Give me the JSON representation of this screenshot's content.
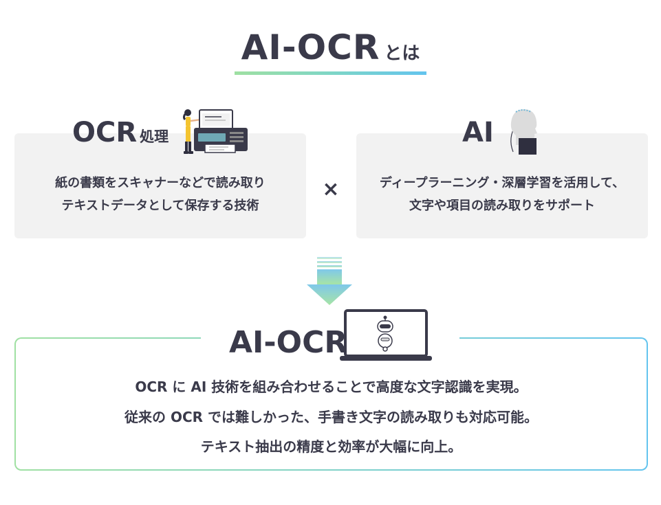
{
  "title": {
    "main": "AI-OCR",
    "suffix": "とは"
  },
  "ocr_card": {
    "heading_main": "OCR",
    "heading_suffix": "処理",
    "description_lines": [
      "紙の書類をスキャナーなどで読み取り",
      "テキストデータとして保存する技術"
    ],
    "icon": "fax-machine-illustration"
  },
  "ai_card": {
    "heading": "AI",
    "description_lines": [
      "ディープラーニング・深層学習を活用して、",
      "文字や項目の読み取りをサポート"
    ],
    "icon": "ai-head-bust-illustration"
  },
  "operator": {
    "symbol": "×",
    "icon": "times-icon"
  },
  "arrow": {
    "icon": "down-arrow-icon"
  },
  "result": {
    "heading": "AI-OCR",
    "icon": "laptop-robot-illustration",
    "lines": [
      "OCR に AI 技術を組み合わせることで高度な文字認識を実現。",
      "従来の OCR では難しかった、手書き文字の読み取りも対応可能。",
      "テキスト抽出の精度と効率が大幅に向上。"
    ]
  },
  "colors": {
    "text": "#3a3a4a",
    "card_bg": "#f2f2f2",
    "accent_green": "#9fe0a2",
    "accent_blue": "#63c4ee"
  }
}
